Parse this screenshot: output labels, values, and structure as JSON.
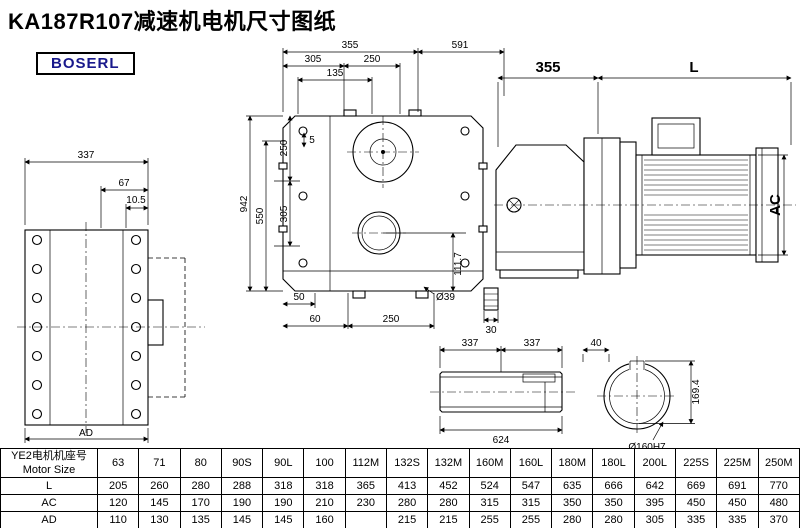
{
  "title": "KA187R107减速机电机尺寸图纸",
  "logo": {
    "text": "BOSERL"
  },
  "colors": {
    "line": "#000000",
    "logo_text": "#19198c",
    "background": "#ffffff"
  },
  "drawings": {
    "front_view": {
      "dim_width": "337",
      "dim_offset": "67",
      "dim_small": "10.5",
      "dim_bottom": "AD"
    },
    "main_view": {
      "dim_top_355": "355",
      "dim_top_591": "591",
      "dim_top_305": "305",
      "dim_top_250": "250",
      "dim_top_135": "135",
      "dim_left_942": "942",
      "dim_left_550": "550",
      "dim_left_250": "250",
      "dim_left_305": "305",
      "dim_left_5": "5",
      "dim_right_111_7": "111.7",
      "dim_bottom_50": "50",
      "dim_bottom_60": "60",
      "dim_bottom_250": "250",
      "dim_bottom_dia": "Ø39",
      "dim_bottom_30": "30"
    },
    "side_view": {
      "dim_355": "355",
      "dim_L": "L",
      "dim_AC": "AC"
    },
    "shaft_view": {
      "dim_337_a": "337",
      "dim_337_b": "337",
      "dim_624": "624"
    },
    "bore_view": {
      "dim_40": "40",
      "dim_169_4": "169.4",
      "dim_label": "Ø160H7"
    }
  },
  "table": {
    "row_header_line1": "YE2电机机座号",
    "row_header_line2": "Motor Size",
    "motor_sizes": [
      "63",
      "71",
      "80",
      "90S",
      "90L",
      "100",
      "112M",
      "132S",
      "132M",
      "160M",
      "160L",
      "180M",
      "180L",
      "200L",
      "225S",
      "225M",
      "250M"
    ],
    "rows": [
      {
        "label": "L",
        "values": [
          "205",
          "260",
          "280",
          "288",
          "318",
          "318",
          "365",
          "413",
          "452",
          "524",
          "547",
          "635",
          "666",
          "642",
          "669",
          "691",
          "770"
        ]
      },
      {
        "label": "AC",
        "values": [
          "120",
          "145",
          "170",
          "190",
          "190",
          "210",
          "230",
          "280",
          "280",
          "315",
          "315",
          "350",
          "350",
          "395",
          "450",
          "450",
          "480"
        ]
      },
      {
        "label": "AD",
        "values": [
          "110",
          "130",
          "135",
          "145",
          "145",
          "160",
          "",
          "215",
          "215",
          "255",
          "255",
          "280",
          "280",
          "305",
          "335",
          "335",
          "370"
        ]
      }
    ]
  }
}
